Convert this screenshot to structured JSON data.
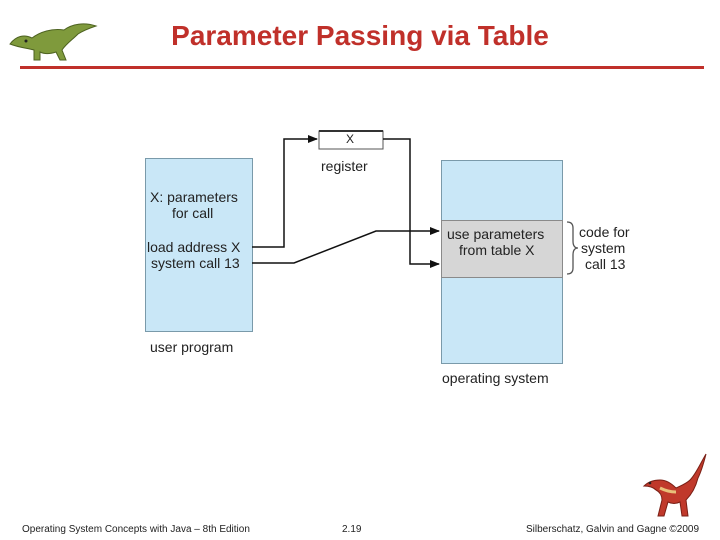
{
  "slide": {
    "title": "Parameter Passing via Table",
    "accent_color": "#c0302a"
  },
  "diagram": {
    "register_value": "X",
    "register_label": "register",
    "user_program": {
      "lines": [
        "X: parameters",
        "for call",
        "load address X",
        "system call 13"
      ],
      "label": "user program"
    },
    "operating_system": {
      "highlight_lines": [
        "use parameters",
        "from table X"
      ],
      "label": "operating system"
    },
    "brace_label_lines": [
      "code for",
      "system",
      "call 13"
    ]
  },
  "footer": {
    "left": "Operating System Concepts  with Java – 8th Edition",
    "center": "2.19",
    "right": "Silberschatz, Galvin and Gagne ©2009"
  },
  "icons": [
    "dinosaur-icon",
    "red-dinosaur-icon"
  ]
}
